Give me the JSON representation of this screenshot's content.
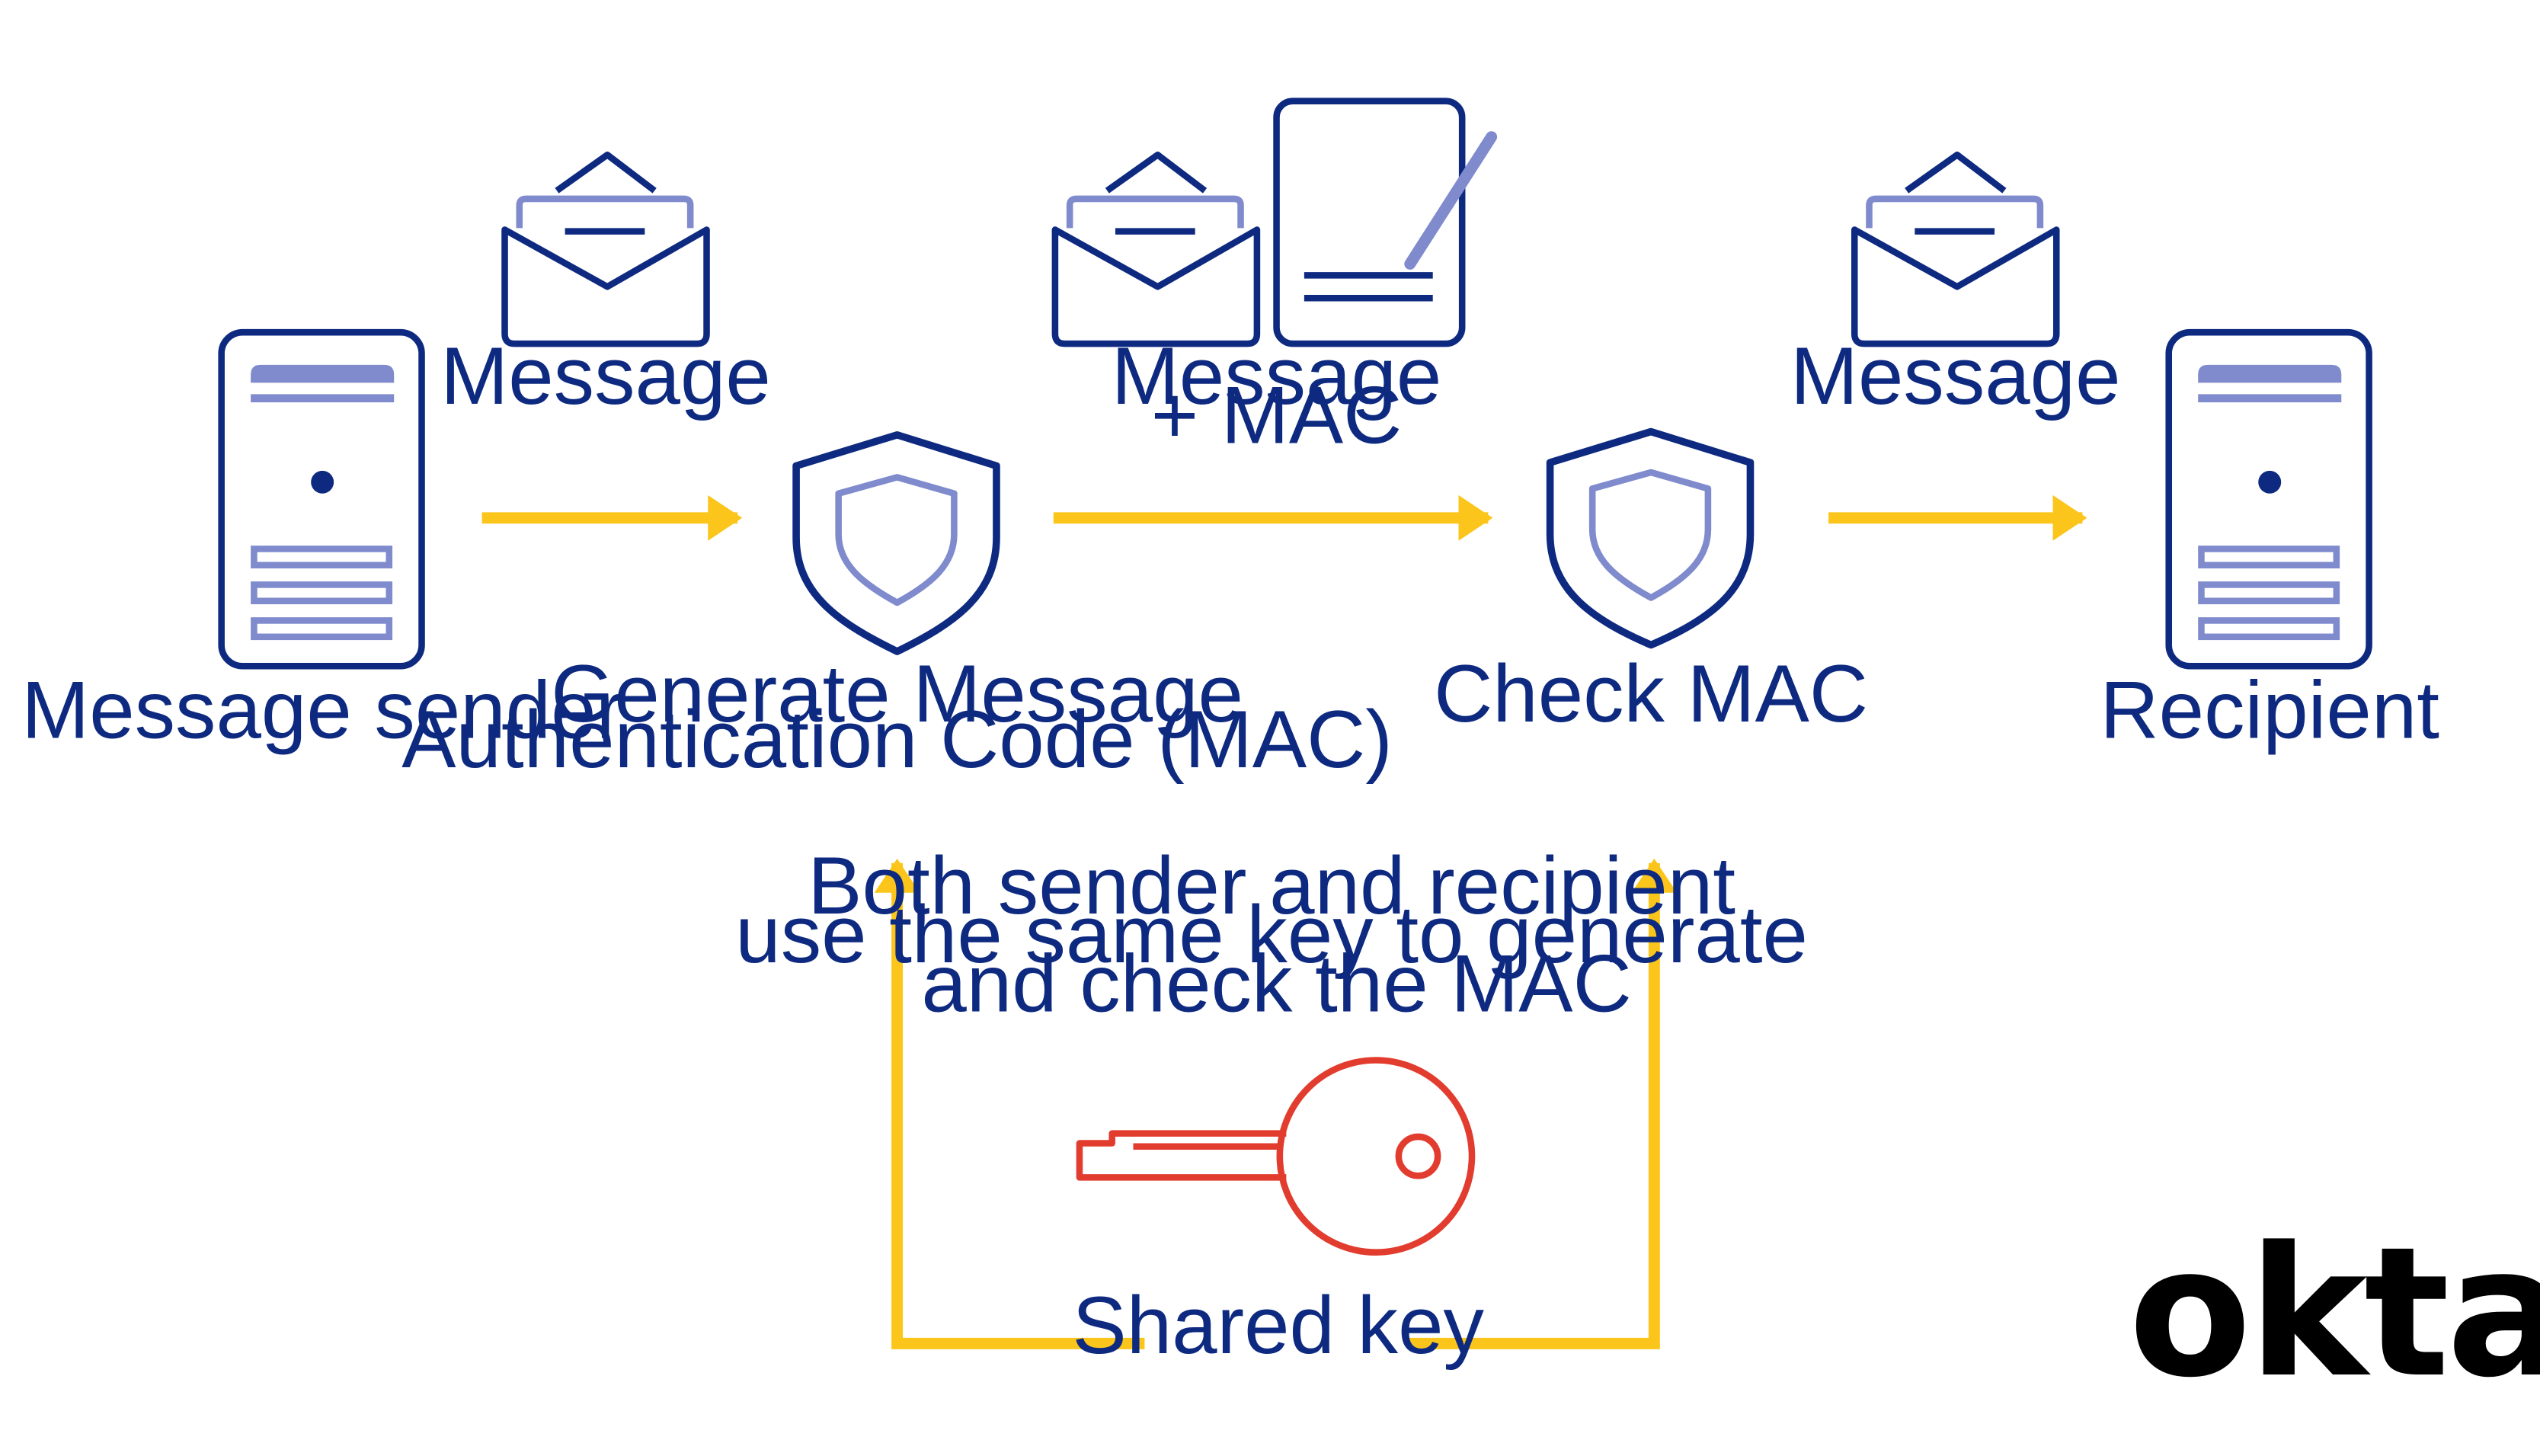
{
  "colors": {
    "navy": "#0e2a80",
    "periwinkle": "#7f8bcd",
    "yellow": "#fbc51b",
    "red": "#e23c2f",
    "logo": "#000000"
  },
  "nodes": {
    "sender": {
      "label": "Message sender",
      "icon": "server-icon"
    },
    "generate": {
      "label_line1": "Generate Message",
      "label_line2": "Authentication Code (MAC)",
      "icon": "shield-icon"
    },
    "check": {
      "label": "Check MAC",
      "icon": "shield-icon"
    },
    "recipient": {
      "label": "Recipient",
      "icon": "server-icon"
    }
  },
  "messages": {
    "first": {
      "label": "Message",
      "icon": "envelope-icon"
    },
    "middle": {
      "label_line1": "Message",
      "label_line2": "+ MAC",
      "icons": [
        "envelope-icon",
        "signed-document-icon"
      ]
    },
    "last": {
      "label": "Message",
      "icon": "envelope-icon"
    }
  },
  "note": {
    "line1": "Both sender and recipient",
    "line2": "use the same key to generate",
    "line3": "and check the MAC"
  },
  "key": {
    "label": "Shared key",
    "icon": "key-icon"
  },
  "brand": {
    "logo_text": "okta"
  }
}
